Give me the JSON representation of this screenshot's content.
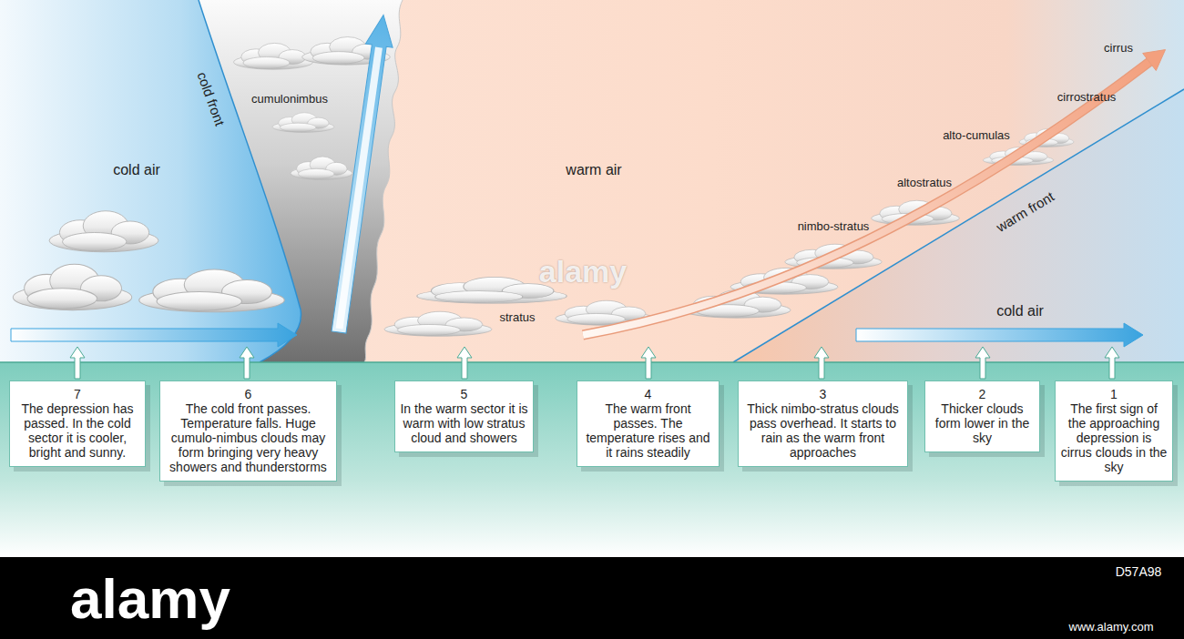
{
  "diagram": {
    "nodes": [
      {
        "text": [
          "1",
          "The first sign of the approaching depression is cirrus clouds in the sky"
        ]
      },
      {
        "text": [
          "2",
          "Thicker clouds form lower in the sky"
        ]
      },
      {
        "text": [
          "3",
          "Thick nimbo-stratus clouds pass overhead. It starts to rain as the warm front approaches"
        ]
      },
      {
        "text": [
          "4",
          "The warm front passes. The temperature rises and it rains steadily"
        ]
      },
      {
        "text": [
          "5",
          "In the warm sector it is warm with low stratus cloud and showers"
        ]
      },
      {
        "text": [
          "6",
          "The cold front passes. Temperature falls. Huge cumulo-nimbus clouds may form bringing very heavy showers and thunderstorms"
        ]
      },
      {
        "text": [
          "7",
          "The depression has passed. In the cold sector it is cooler, bright and sunny."
        ]
      }
    ],
    "labels": [
      "cold air",
      "cold front",
      "cumulonimbus",
      "warm air",
      "cirrus",
      "cirrostratus",
      "alto-cumulas",
      "altostratus",
      "nimbo-stratus",
      "warm front",
      "stratus",
      "cold air",
      "alamy",
      "alamy",
      "D57A98",
      "www.alamy.com"
    ]
  }
}
